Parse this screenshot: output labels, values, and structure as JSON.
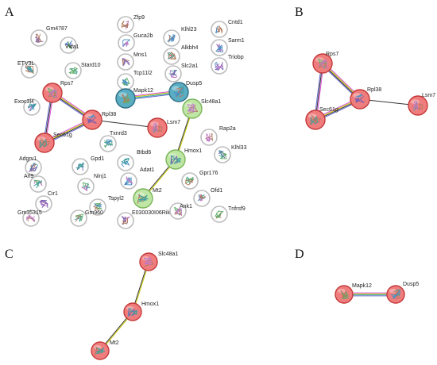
{
  "panels": {
    "A": {
      "letter": "A",
      "nodes": [
        {
          "id": "Gm4787",
          "label": "Gm4787",
          "color": "grey",
          "icon": "protein-structure-icon"
        },
        {
          "id": "Vwa1",
          "label": "Vwa1",
          "color": "grey",
          "icon": "protein-structure-icon"
        },
        {
          "id": "ETV3L",
          "label": "ETV3L",
          "color": "grey",
          "icon": "protein-structure-icon"
        },
        {
          "id": "Stard10",
          "label": "Stard10",
          "color": "grey",
          "icon": "protein-structure-icon"
        },
        {
          "id": "Zfp9",
          "label": "Zfp9",
          "color": "grey",
          "icon": "protein-structure-icon"
        },
        {
          "id": "Guca2b",
          "label": "Guca2b",
          "color": "grey",
          "icon": "protein-structure-icon"
        },
        {
          "id": "Mns1",
          "label": "Mns1",
          "color": "grey",
          "icon": "protein-structure-icon"
        },
        {
          "id": "Tcp11l2",
          "label": "Tcp11l2",
          "color": "grey",
          "icon": "protein-structure-icon"
        },
        {
          "id": "Klhl23",
          "label": "Klhl23",
          "color": "grey",
          "icon": "protein-structure-icon"
        },
        {
          "id": "Alkbh4",
          "label": "Alkbh4",
          "color": "grey",
          "icon": "protein-structure-icon"
        },
        {
          "id": "Slc2a1",
          "label": "Slc2a1",
          "color": "grey",
          "icon": "protein-structure-icon"
        },
        {
          "id": "Cntd1",
          "label": "Cntd1",
          "color": "grey",
          "icon": "protein-structure-icon"
        },
        {
          "id": "Sarm1",
          "label": "Sarm1",
          "color": "grey",
          "icon": "protein-structure-icon"
        },
        {
          "id": "Triobp",
          "label": "Triobp",
          "color": "grey",
          "icon": "protein-structure-icon"
        },
        {
          "id": "Rps7",
          "label": "Rps7",
          "color": "red",
          "icon": "protein-structure-icon"
        },
        {
          "id": "Exoc3l4",
          "label": "Exoc3l4",
          "color": "grey",
          "icon": "protein-structure-icon"
        },
        {
          "id": "Rpl38",
          "label": "Rpl38",
          "color": "red",
          "icon": "protein-structure-icon"
        },
        {
          "id": "Sec61g",
          "label": "Sec61g",
          "color": "red",
          "icon": "protein-structure-icon"
        },
        {
          "id": "Mapk12",
          "label": "Mapk12",
          "color": "blue",
          "icon": "protein-structure-icon"
        },
        {
          "id": "Dusp5",
          "label": "Dusp5",
          "color": "blue",
          "icon": "protein-structure-icon"
        },
        {
          "id": "Slc48a1",
          "label": "Slc48a1",
          "color": "green",
          "icon": "protein-structure-icon"
        },
        {
          "id": "Lsm7",
          "label": "Lsm7",
          "color": "red",
          "icon": "protein-structure-icon"
        },
        {
          "id": "Txnrd3",
          "label": "Txnrd3",
          "color": "grey",
          "icon": "protein-structure-icon"
        },
        {
          "id": "Rap2a",
          "label": "Rap2a",
          "color": "grey",
          "icon": "protein-structure-icon"
        },
        {
          "id": "Klhl33",
          "label": "Klhl33",
          "color": "grey",
          "icon": "protein-structure-icon"
        },
        {
          "id": "Btbd6",
          "label": "Btbd6",
          "color": "grey",
          "icon": "protein-structure-icon"
        },
        {
          "id": "Hmox1",
          "label": "Hmox1",
          "color": "green",
          "icon": "protein-structure-icon"
        },
        {
          "id": "Adgrv1",
          "label": "Adgrv1",
          "color": "grey",
          "icon": "protein-structure-icon"
        },
        {
          "id": "Gpd1",
          "label": "Gpd1",
          "color": "grey",
          "icon": "protein-structure-icon"
        },
        {
          "id": "Adat1",
          "label": "Adat1",
          "color": "grey",
          "icon": "protein-structure-icon"
        },
        {
          "id": "Arl9",
          "label": "Arl9",
          "color": "grey",
          "icon": "protein-structure-icon"
        },
        {
          "id": "Ninj1",
          "label": "Ninj1",
          "color": "grey",
          "icon": "protein-structure-icon"
        },
        {
          "id": "Gpr176",
          "label": "Gpr176",
          "color": "grey",
          "icon": "protein-structure-icon"
        },
        {
          "id": "Mt2",
          "label": "Mt2",
          "color": "green",
          "icon": "protein-structure-icon"
        },
        {
          "id": "Ofd1",
          "label": "Ofd1",
          "color": "grey",
          "icon": "protein-structure-icon"
        },
        {
          "id": "Cir1",
          "label": "Cir1",
          "color": "grey",
          "icon": "protein-structure-icon"
        },
        {
          "id": "Tspyl2",
          "label": "Tspyl2",
          "color": "grey",
          "icon": "protein-structure-icon"
        },
        {
          "id": "E030030I06Rik",
          "label": "E030030I06Rik",
          "color": "grey",
          "icon": "protein-structure-icon"
        },
        {
          "id": "Gm35315",
          "label": "Gm35315",
          "color": "grey",
          "icon": "protein-structure-icon"
        },
        {
          "id": "Gm960",
          "label": "Gm960",
          "color": "grey",
          "icon": "protein-structure-icon"
        },
        {
          "id": "Ank1",
          "label": "Ank1",
          "color": "grey",
          "icon": "protein-structure-icon"
        },
        {
          "id": "Tnfrsf9",
          "label": "Tnfrsf9",
          "color": "grey",
          "icon": "protein-structure-icon"
        }
      ],
      "edges": [
        {
          "source": "Rps7",
          "target": "Sec61g",
          "evidence_colors": [
            "#d94fd9",
            "#333333",
            "#6666cc"
          ]
        },
        {
          "source": "Rps7",
          "target": "Rpl38",
          "evidence_colors": [
            "#d94fd9",
            "#c8c800",
            "#333333",
            "#6666cc"
          ]
        },
        {
          "source": "Sec61g",
          "target": "Rpl38",
          "evidence_colors": [
            "#d94fd9",
            "#c8c800",
            "#333333",
            "#6666cc"
          ]
        },
        {
          "source": "Rpl38",
          "target": "Lsm7",
          "evidence_colors": [
            "#333333"
          ]
        },
        {
          "source": "Mapk12",
          "target": "Dusp5",
          "evidence_colors": [
            "#d94fd9",
            "#c8c800",
            "#33aaaa",
            "#6666cc"
          ]
        },
        {
          "source": "Slc48a1",
          "target": "Hmox1",
          "evidence_colors": [
            "#c8c800",
            "#333333"
          ]
        },
        {
          "source": "Hmox1",
          "target": "Mt2",
          "evidence_colors": [
            "#c8c800",
            "#333333"
          ]
        }
      ]
    },
    "B": {
      "letter": "B",
      "nodes": [
        {
          "id": "Rps7",
          "label": "Rps7",
          "color": "red",
          "icon": "protein-structure-icon"
        },
        {
          "id": "Rpl38",
          "label": "Rpl38",
          "color": "red",
          "icon": "protein-structure-icon"
        },
        {
          "id": "Sec61g",
          "label": "Sec61g",
          "color": "red",
          "icon": "protein-structure-icon"
        },
        {
          "id": "Lsm7",
          "label": "Lsm7",
          "color": "red",
          "icon": "protein-structure-icon"
        }
      ],
      "edges": [
        {
          "source": "Rps7",
          "target": "Sec61g",
          "evidence_colors": [
            "#d94fd9",
            "#333333",
            "#6666cc"
          ]
        },
        {
          "source": "Rps7",
          "target": "Rpl38",
          "evidence_colors": [
            "#d94fd9",
            "#c8c800",
            "#333333",
            "#6666cc"
          ]
        },
        {
          "source": "Sec61g",
          "target": "Rpl38",
          "evidence_colors": [
            "#d94fd9",
            "#c8c800",
            "#333333",
            "#6666cc"
          ]
        },
        {
          "source": "Rpl38",
          "target": "Lsm7",
          "evidence_colors": [
            "#333333"
          ]
        }
      ]
    },
    "C": {
      "letter": "C",
      "nodes": [
        {
          "id": "Slc48a1",
          "label": "Slc48a1",
          "color": "red",
          "icon": "protein-structure-icon"
        },
        {
          "id": "Hmox1",
          "label": "Hmox1",
          "color": "red",
          "icon": "protein-structure-icon"
        },
        {
          "id": "Mt2",
          "label": "Mt2",
          "color": "red",
          "icon": "protein-structure-icon"
        }
      ],
      "edges": [
        {
          "source": "Slc48a1",
          "target": "Hmox1",
          "evidence_colors": [
            "#c8c800",
            "#333333"
          ]
        },
        {
          "source": "Hmox1",
          "target": "Mt2",
          "evidence_colors": [
            "#c8c800",
            "#333333"
          ]
        }
      ]
    },
    "D": {
      "letter": "D",
      "nodes": [
        {
          "id": "Mapk12",
          "label": "Mapk12",
          "color": "red",
          "icon": "protein-structure-icon"
        },
        {
          "id": "Dusp5",
          "label": "Dusp5",
          "color": "red",
          "icon": "protein-structure-icon"
        }
      ],
      "edges": [
        {
          "source": "Mapk12",
          "target": "Dusp5",
          "evidence_colors": [
            "#d94fd9",
            "#c8c800",
            "#33aaaa",
            "#6666cc"
          ]
        }
      ]
    }
  },
  "node_colors": {
    "grey": {
      "fill": "#ffffff",
      "stroke": "#bdbdbd"
    },
    "red": {
      "fill": "#f07d7d",
      "stroke": "#c43a3a"
    },
    "blue": {
      "fill": "#5aaec4",
      "stroke": "#2f6f85"
    },
    "green": {
      "fill": "#bfe6a4",
      "stroke": "#7cb55a"
    }
  }
}
